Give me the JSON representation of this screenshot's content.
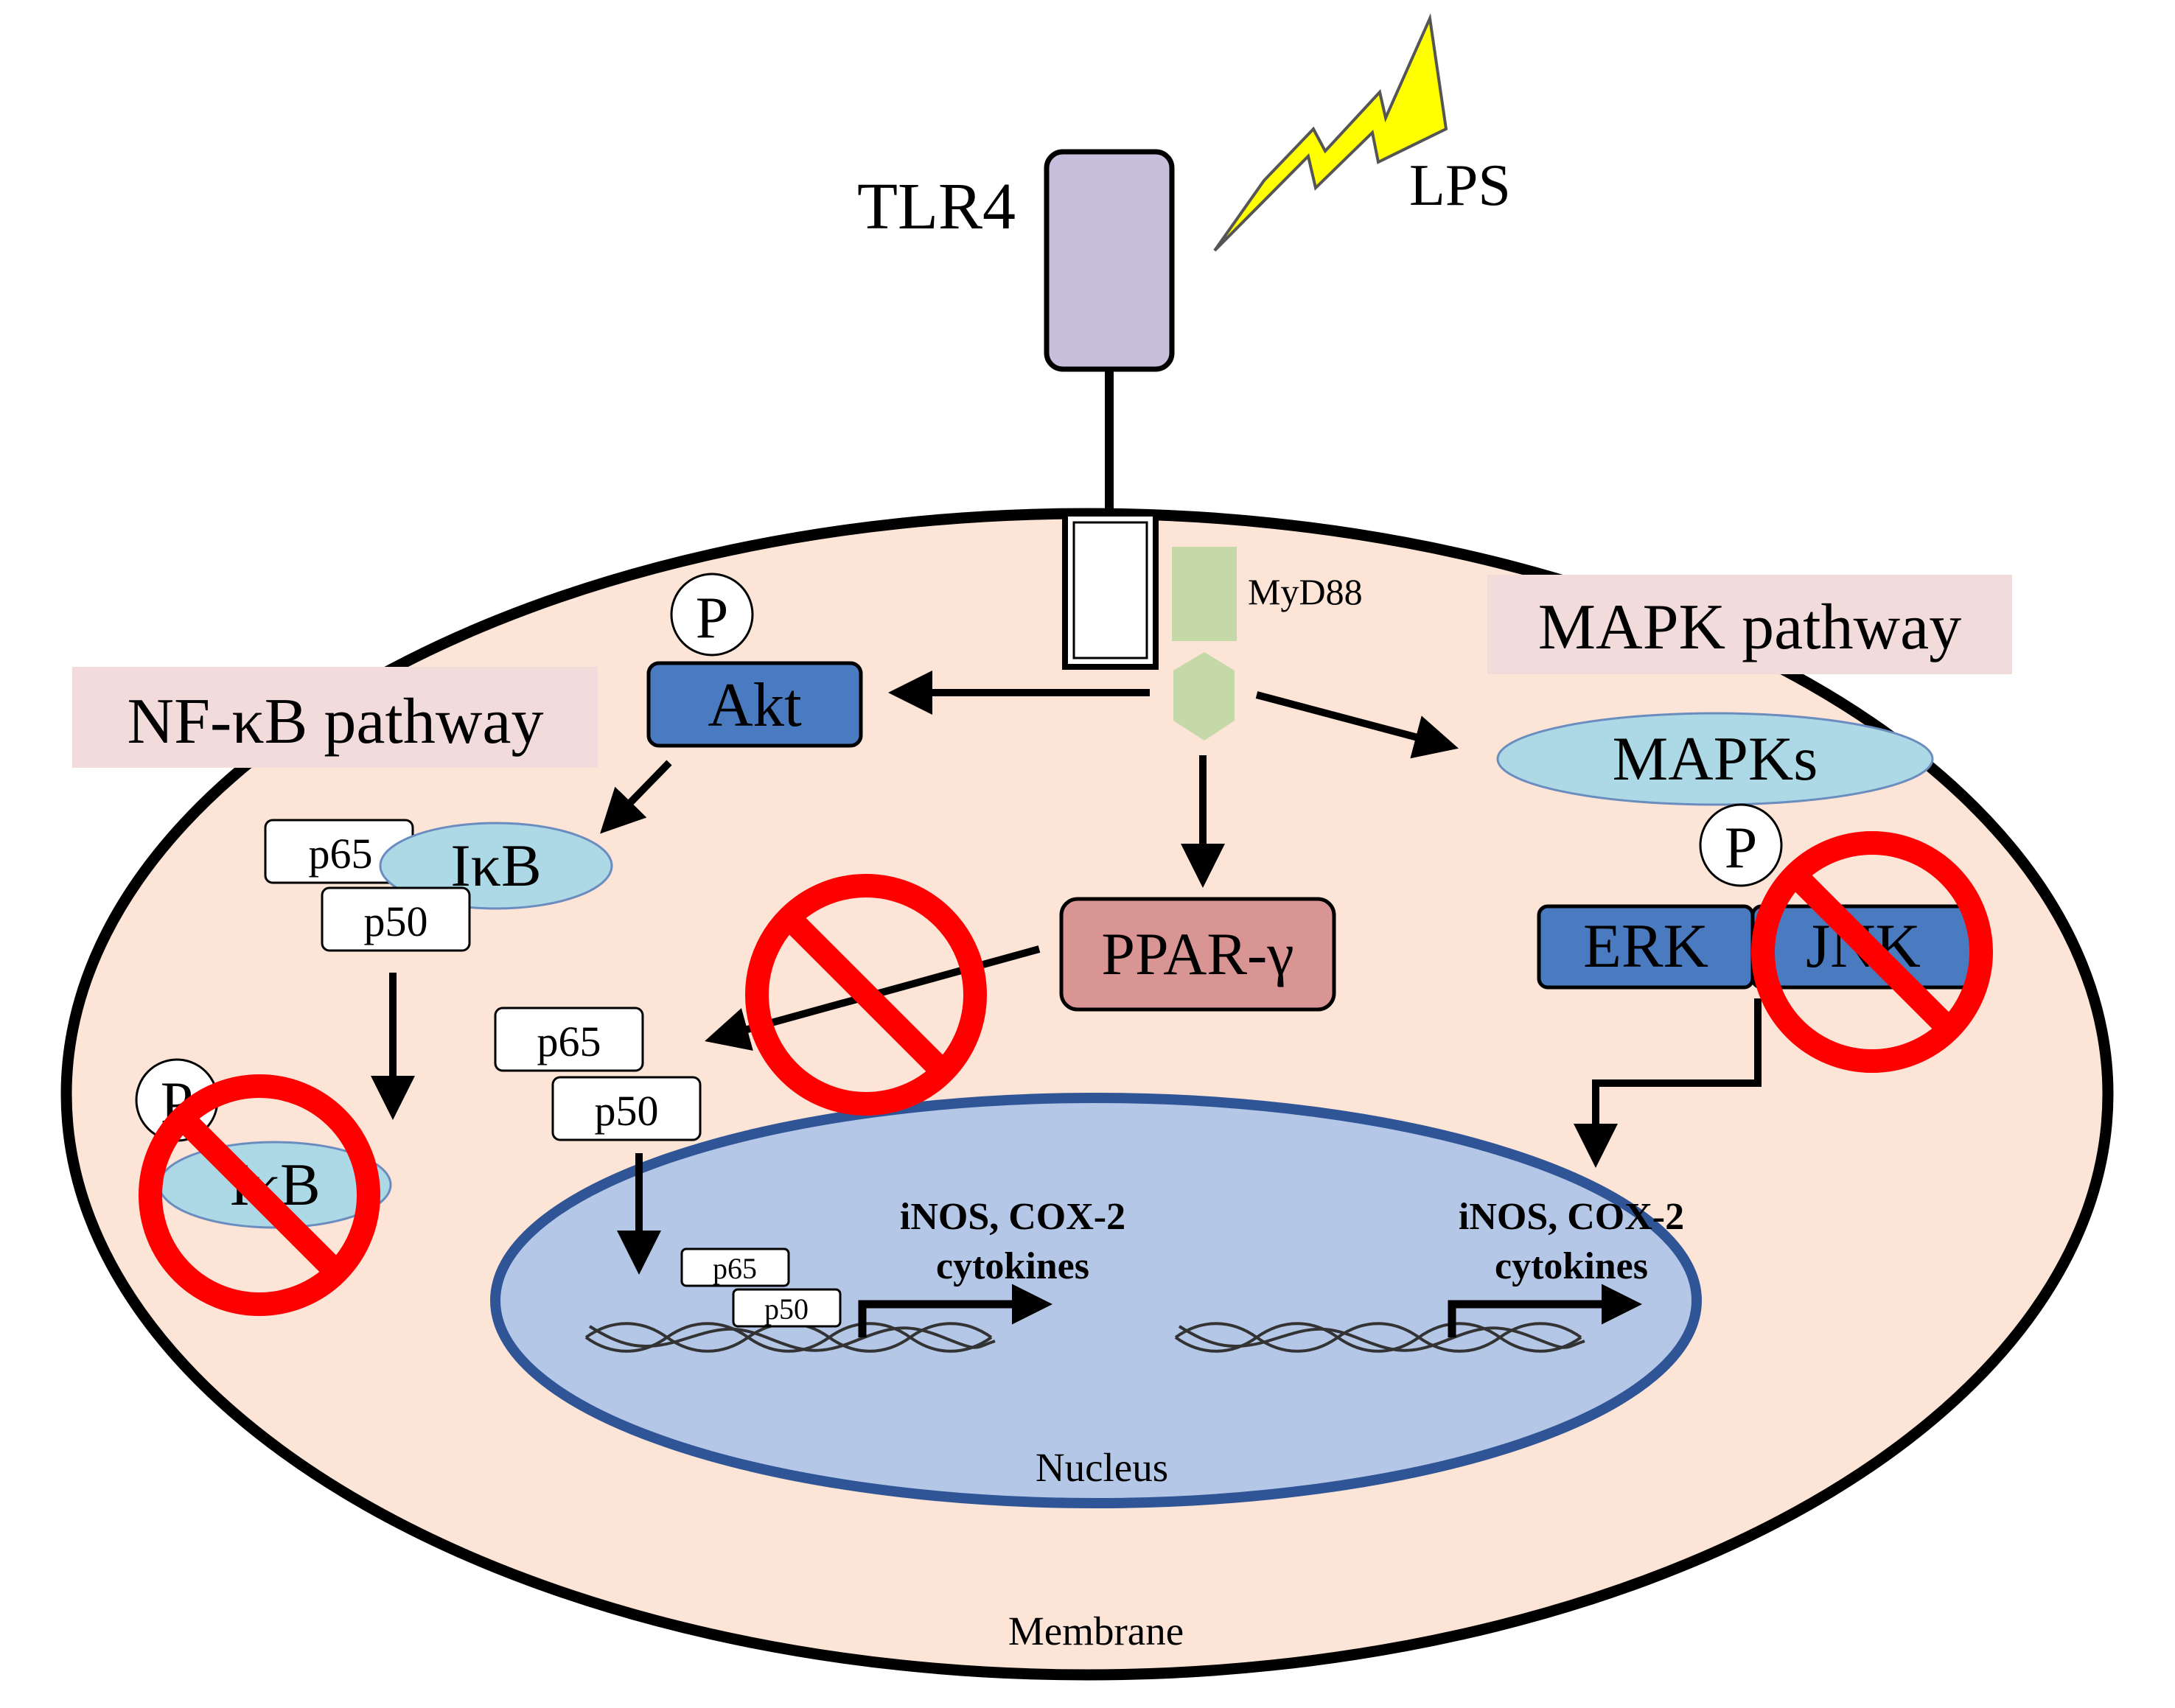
{
  "receptor": {
    "label": "TLR4",
    "ligand": "LPS"
  },
  "adaptor": {
    "label": "MyD88"
  },
  "pathways": {
    "nfkb": "NF-κB pathway",
    "mapk": "MAPK pathway"
  },
  "proteins": {
    "phospho": "P",
    "akt": "Akt",
    "ikb": "IκB",
    "p65": "p65",
    "p50": "p50",
    "ppar": "PPAR-γ",
    "mapks": "MAPKs",
    "erk": "ERK",
    "jnk": "JNK"
  },
  "genes": {
    "targets_line1": "iNOS, COX-2",
    "targets_line2": "cytokines"
  },
  "compartments": {
    "nucleus": "Nucleus",
    "membrane": "Membrane"
  },
  "colors": {
    "cell_fill": "#fce4d6",
    "nucleus_fill": "#b4c7e7",
    "nucleus_stroke": "#2f5597",
    "pathway_label_bg": "#f2dcdb",
    "akt_blue": "#4a7abf",
    "ppar_fill": "#d99594",
    "light_blue_oval": "#add8e6",
    "myd88_green": "#c5d9a8",
    "tlr4_purple": "#c8bfdc",
    "lightning_yellow": "#ffff00",
    "inhibit_red": "#ff0000"
  }
}
